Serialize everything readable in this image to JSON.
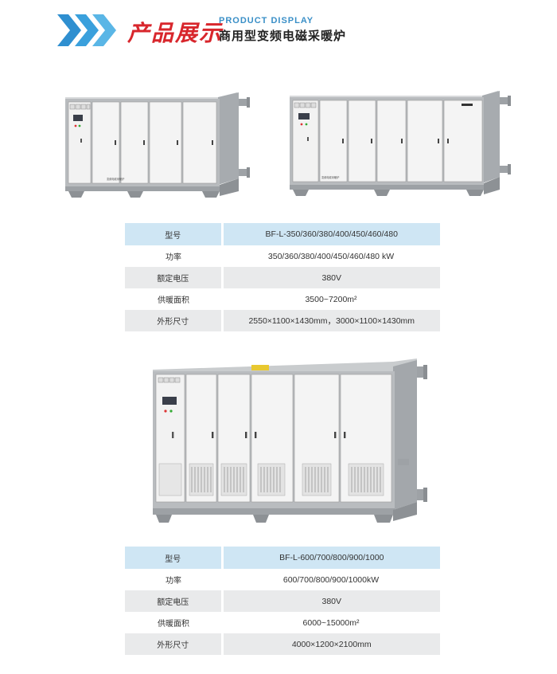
{
  "header": {
    "title_cn": "产品展示",
    "title_en": "PRODUCT DISPLAY",
    "subtitle": "商用型变频电磁采暖炉",
    "chevron_color": "#2f8fd0",
    "title_color": "#d8262c"
  },
  "machines": {
    "label_small": "变频电磁采暖炉"
  },
  "spec_table_1": {
    "rows": [
      {
        "key": "型号",
        "value": "BF-L-350/360/380/400/450/460/480"
      },
      {
        "key": "功率",
        "value": "350/360/380/400/450/460/480 kW"
      },
      {
        "key": "额定电压",
        "value": "380V"
      },
      {
        "key": "供暖面积",
        "value": "3500~7200m²"
      },
      {
        "key": "外形尺寸",
        "value": "2550×1100×1430mm，3000×1100×1430mm"
      }
    ]
  },
  "spec_table_2": {
    "rows": [
      {
        "key": "型号",
        "value": "BF-L-600/700/800/900/1000"
      },
      {
        "key": "功率",
        "value": "600/700/800/900/1000kW"
      },
      {
        "key": "额定电压",
        "value": "380V"
      },
      {
        "key": "供暖面积",
        "value": "6000~15000m²"
      },
      {
        "key": "外形尺寸",
        "value": "4000×1200×2100mm"
      }
    ]
  }
}
